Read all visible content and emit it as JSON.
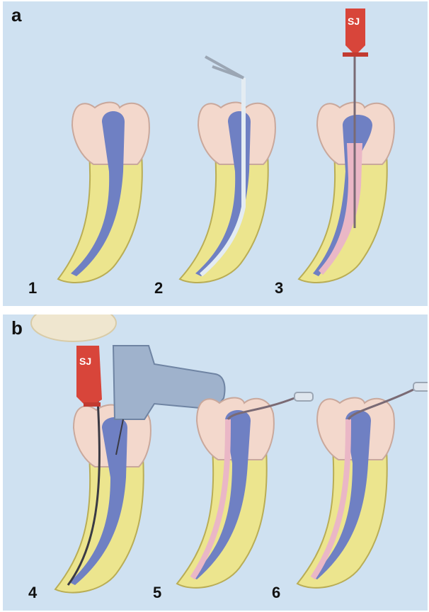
{
  "panels": [
    {
      "letter": "a",
      "steps": [
        "1",
        "2",
        "3"
      ]
    },
    {
      "letter": "b",
      "steps": [
        "4",
        "5",
        "6"
      ]
    }
  ],
  "syringe_label": "SJ",
  "colors": {
    "background": "#cfe1f1",
    "dentin": "#ece58e",
    "enamel": "#f3d8cc",
    "pulp": "#6f80c3",
    "filling": "#eab7c6",
    "instrument": "#aab4c2",
    "syringe": "#d8453a",
    "handpiece": "#9fb2cc"
  }
}
